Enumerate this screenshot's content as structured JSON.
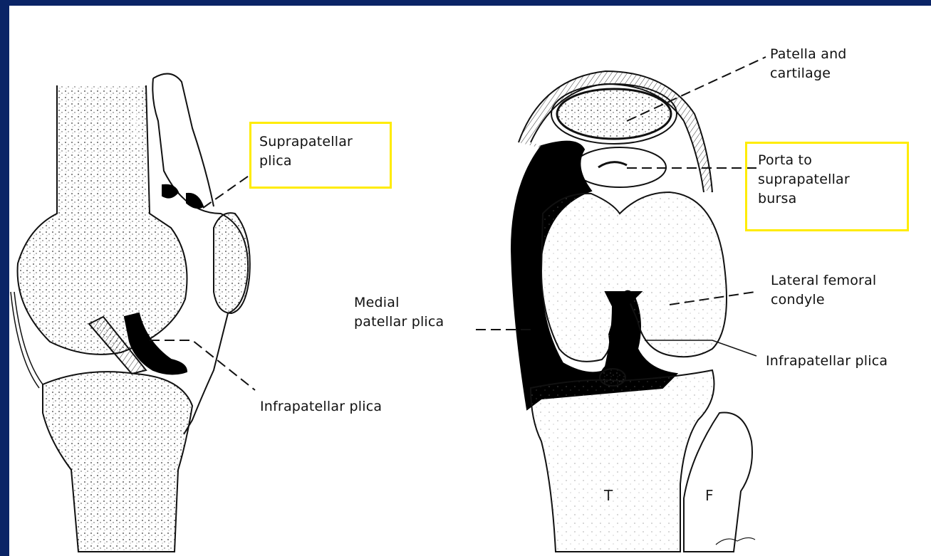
{
  "labels": {
    "suprapatellar_plica": "Suprapatellar\nplica",
    "infrapatellar_plica_left": "Infrapatellar plica",
    "medial_patellar_plica": "Medial\npatellar plica",
    "patella_and_cartilage": "Patella and\ncartilage",
    "porta_to_suprapatellar_bursa": "Porta to\nsuprapatellar\nbursa",
    "lateral_femoral_condyle": "Lateral femoral\ncondyle",
    "infrapatellar_plica_right": "Infrapatellar plica",
    "tibia_letter": "T",
    "fibula_letter": "F"
  },
  "colors": {
    "background": "#0a2466",
    "highlight_box": "#ffec00",
    "ink": "#111111"
  }
}
